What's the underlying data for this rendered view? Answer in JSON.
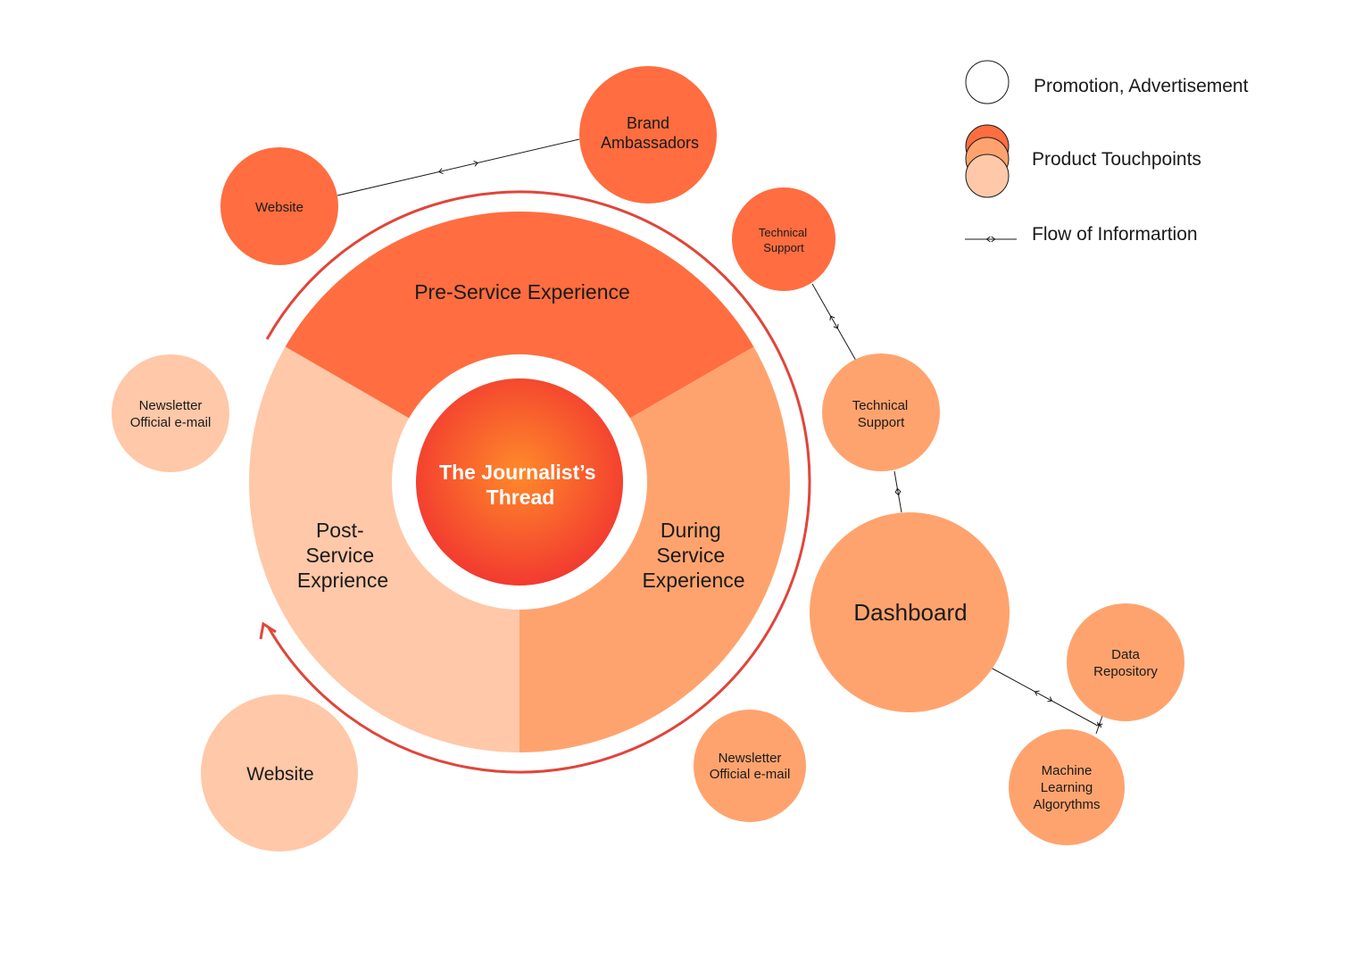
{
  "colors": {
    "dark": "#FF6D40",
    "mid": "#FFA36E",
    "light": "#FFC8A8",
    "ring_arrow": "#E0453A",
    "center_inner": "#FF8A2A",
    "center_outer": "#F23A30"
  },
  "center": {
    "line1": "The Journalist’s",
    "line2": "Thread"
  },
  "segments": {
    "pre": "Pre-Service Experience",
    "during": {
      "line1": "During",
      "line2": "Service",
      "line3": "Experience"
    },
    "post": {
      "line1": "Post-",
      "line2": "Service",
      "line3": "Exprience"
    }
  },
  "nodes": {
    "website_top": "Website",
    "brand": {
      "line1": "Brand",
      "line2": "Ambassadors"
    },
    "tech_support_1": {
      "line1": "Technical",
      "line2": "Support"
    },
    "tech_support_2": {
      "line1": "Technical",
      "line2": "Support"
    },
    "dashboard": "Dashboard",
    "data_repo": {
      "line1": "Data",
      "line2": "Repository"
    },
    "ml": {
      "line1": "Machine",
      "line2": "Learning",
      "line3": "Algorythms"
    },
    "newsletter_right": {
      "line1": "Newsletter",
      "line2": "Official e-mail"
    },
    "newsletter_left": {
      "line1": "Newsletter",
      "line2": "Official e-mail"
    },
    "website_bottom": "Website"
  },
  "legend": {
    "promotion": "Promotion, Advertisement",
    "touchpoints": "Product Touchpoints",
    "flow": "Flow of Informartion"
  }
}
